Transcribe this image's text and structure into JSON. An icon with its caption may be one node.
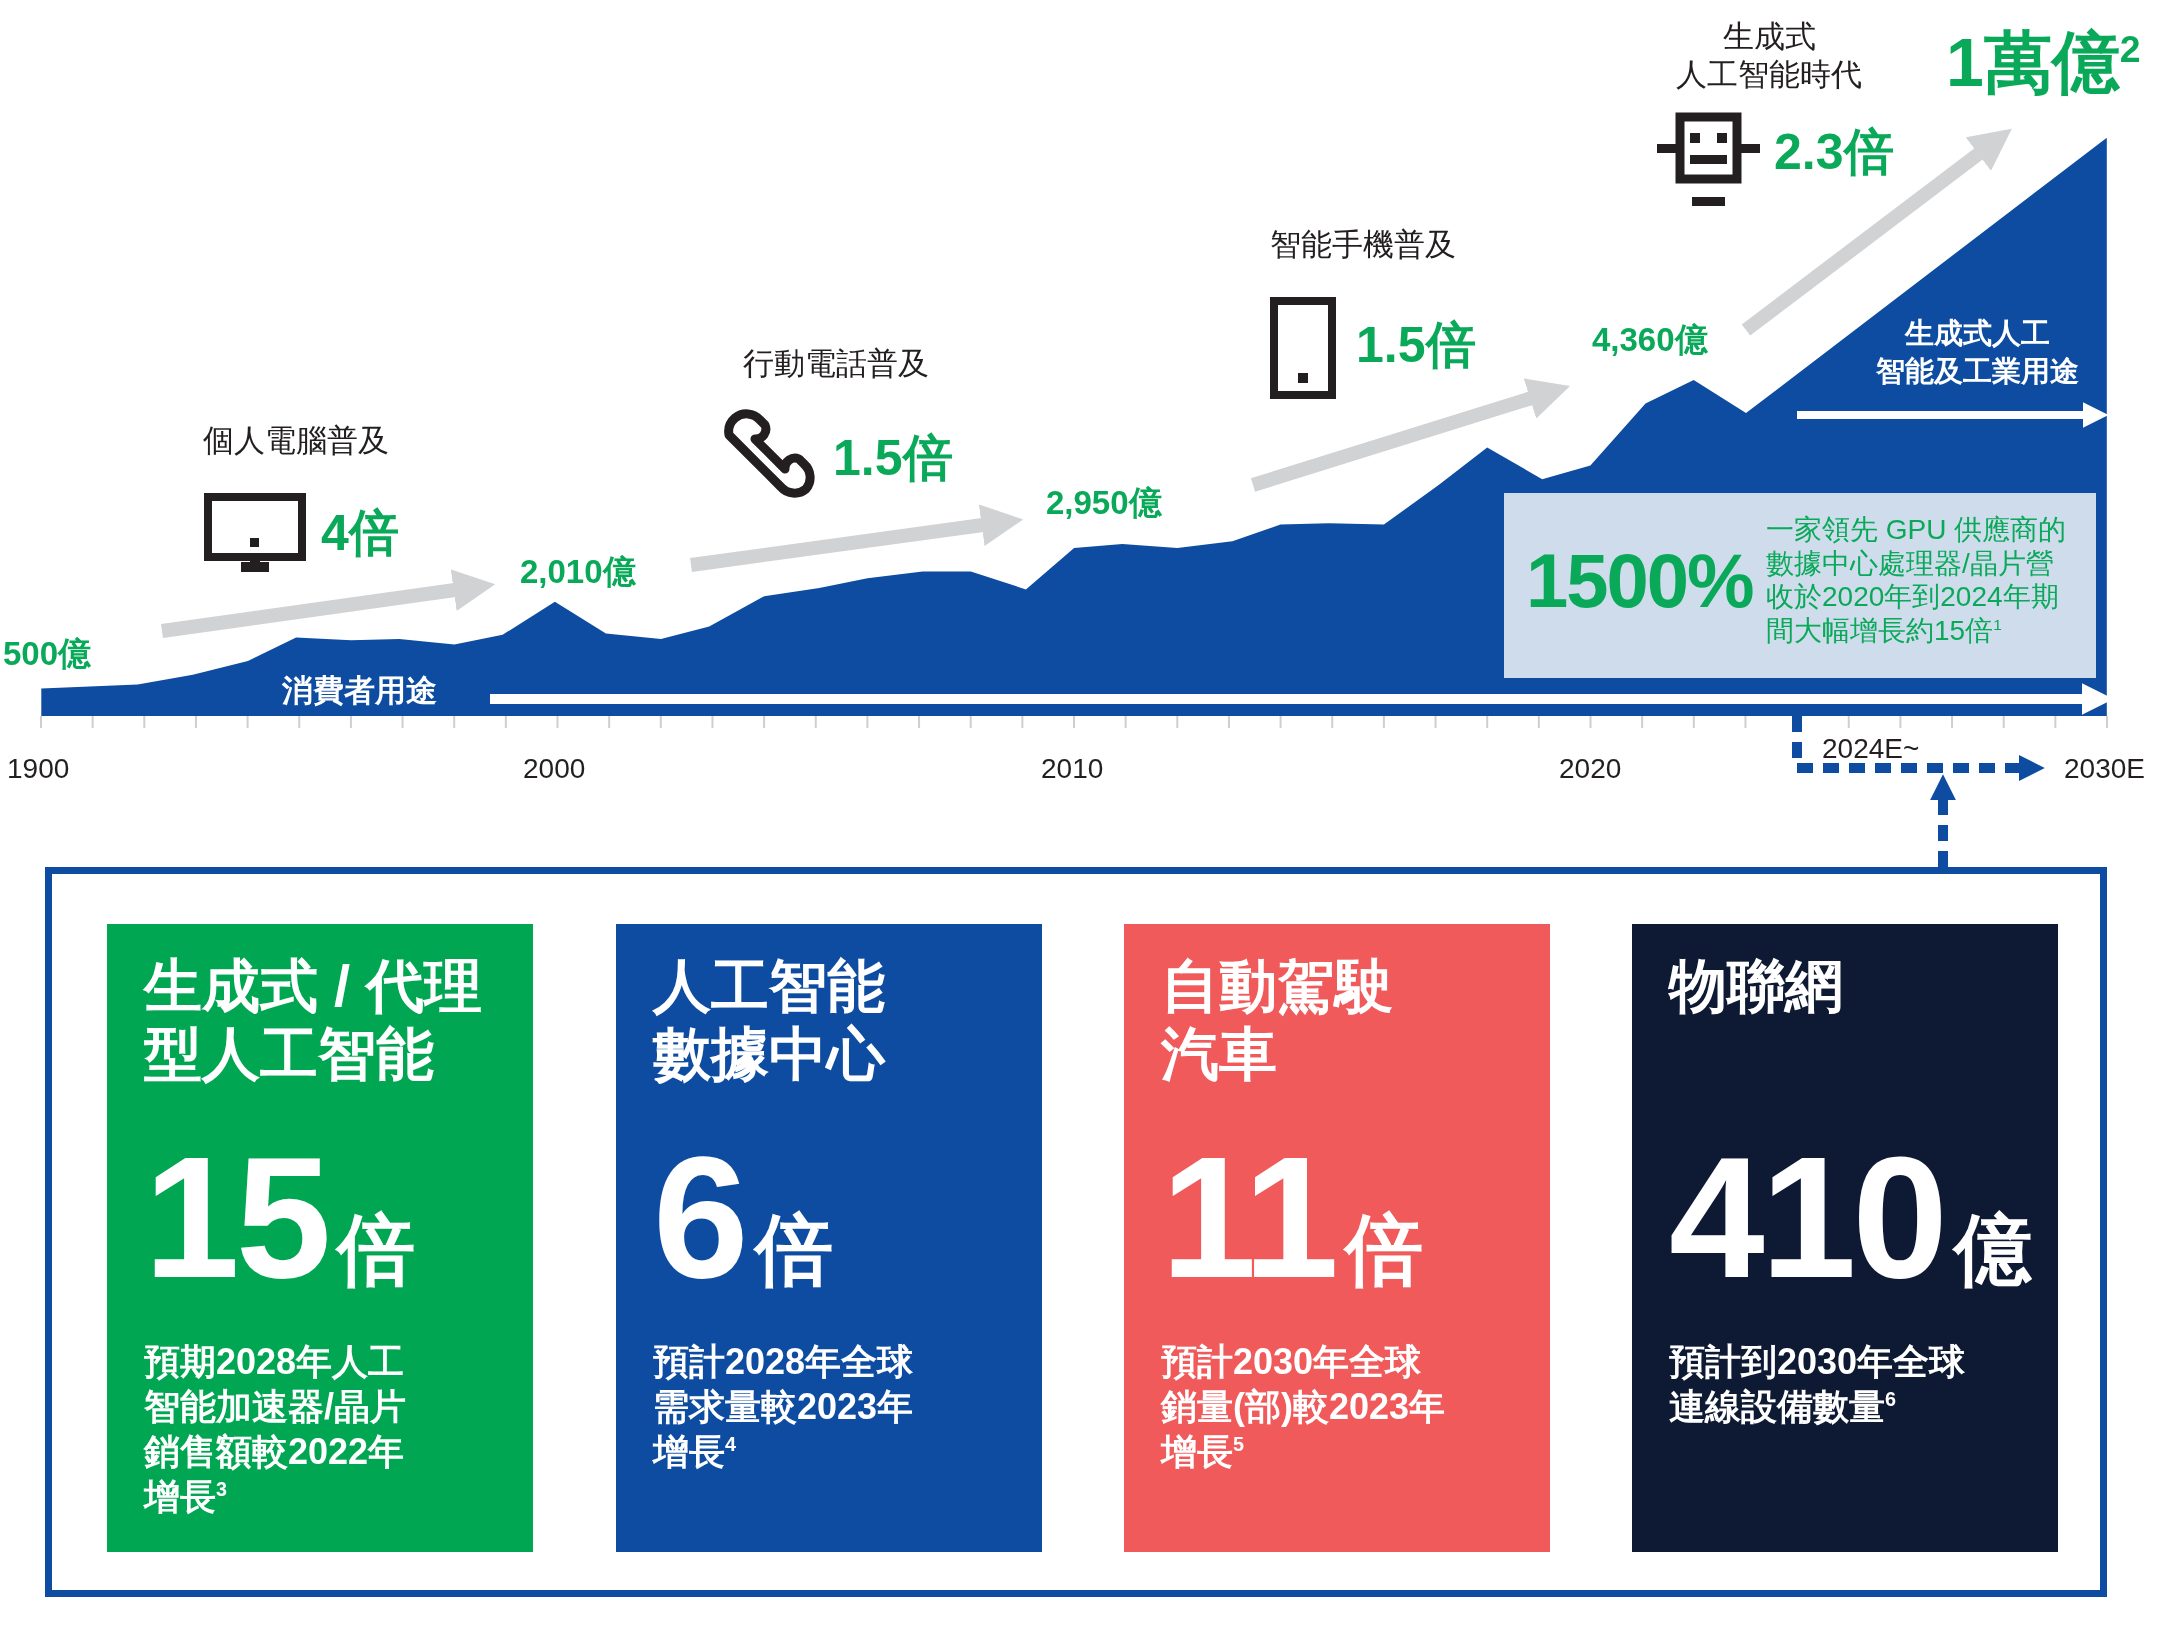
{
  "diagram": {
    "nodes": [
      {
        "text": [],
        "shape": "box"
      },
      {
        "text": [
          "生成式 / 代理型人工智能",
          "15",
          "倍",
          "預期2028年人工智能加速器/晶片銷售額較2022年增長$^{3}$"
        ],
        "in": 0
      },
      {
        "text": [
          "人工智能數據中心",
          "6",
          "倍",
          "預計2028年全球需求量較2023年增長$^{4}$"
        ],
        "in": 0
      },
      {
        "text": [
          "自動駕駛汽車",
          "11",
          "倍",
          "預計2030年全球銷量(部)較2023年增長$^{5}$"
        ],
        "in": 0
      },
      {
        "text": [
          "物聯網",
          "410",
          "億",
          "預計到2030年全球連線設備數量$^{6}$"
        ],
        "in": 0
      },
      {
        "text": [
          "1500%",
          "一家領先 GPU 供應商的數據中心處理器/晶片營收於2020年到2024年期間大幅增長約15倍$^{1}$"
        ]
      },
      {
        "text": [],
        "shape": "bar"
      }
    ],
    "edges": [
      {
        "from": 0,
        "to": 6,
        "arrow": "to",
        "style": "dashed"
      }
    ],
    "labels": [
      "生成式",
      "人工智能時代",
      "1萬億$^{2}$",
      "2.3倍",
      "智能手機普及",
      "4,360億",
      "生成式人工",
      "智能及工業用途",
      "1.5倍",
      "行動電話普及",
      "個人電腦普及",
      "1.5倍",
      "2,950億",
      "4倍",
      "2,010億",
      "500億",
      "消費者用途",
      "2024E~",
      "1900",
      "2000",
      "2010",
      "2020",
      "2030E"
    ]
  }
}
